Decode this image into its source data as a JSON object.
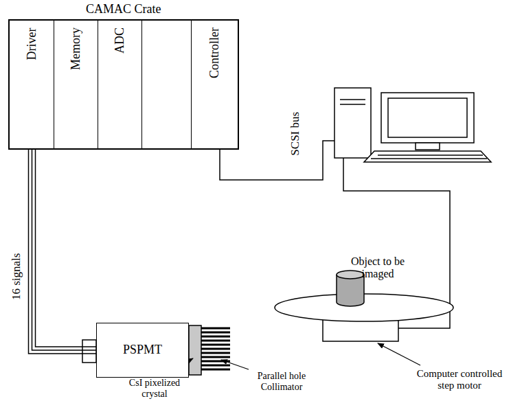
{
  "diagram": {
    "nodes": [
      {
        "text": [
          "CAMAC Crate"
        ]
      },
      {
        "text": [
          "Driver"
        ],
        "in": 0
      },
      {
        "text": [
          "Memory"
        ],
        "in": 0
      },
      {
        "text": [
          "ADC"
        ],
        "in": 0
      },
      {
        "text": [
          "Controller"
        ],
        "in": 0
      },
      {
        "text": [
          "PSPMT"
        ]
      }
    ],
    "edges": [
      {
        "from": 1,
        "to": 5,
        "label": "16 signals",
        "arrow": "none"
      }
    ],
    "labels": [
      "SCSI bus",
      "Object to be imaged",
      "CsI pixelized crystal",
      "Parallel hole Collimator",
      "Computer controlled step motor"
    ]
  }
}
